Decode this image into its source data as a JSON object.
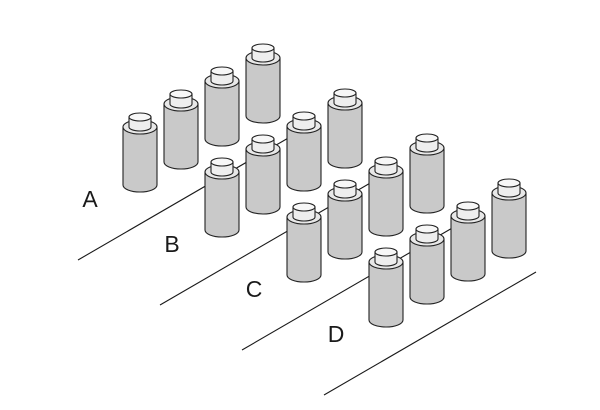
{
  "rows": [
    {
      "label": "A",
      "bottle_count": 4
    },
    {
      "label": "B",
      "bottle_count": 4
    },
    {
      "label": "C",
      "bottle_count": 4
    },
    {
      "label": "D",
      "bottle_count": 4
    }
  ],
  "colors": {
    "bottle_fill": "#c9c9c9",
    "bottle_top": "#e8e8e8",
    "cap_fill": "#eeeeee",
    "outline": "#222222",
    "line": "#1a1a1a",
    "background": "#ffffff"
  }
}
